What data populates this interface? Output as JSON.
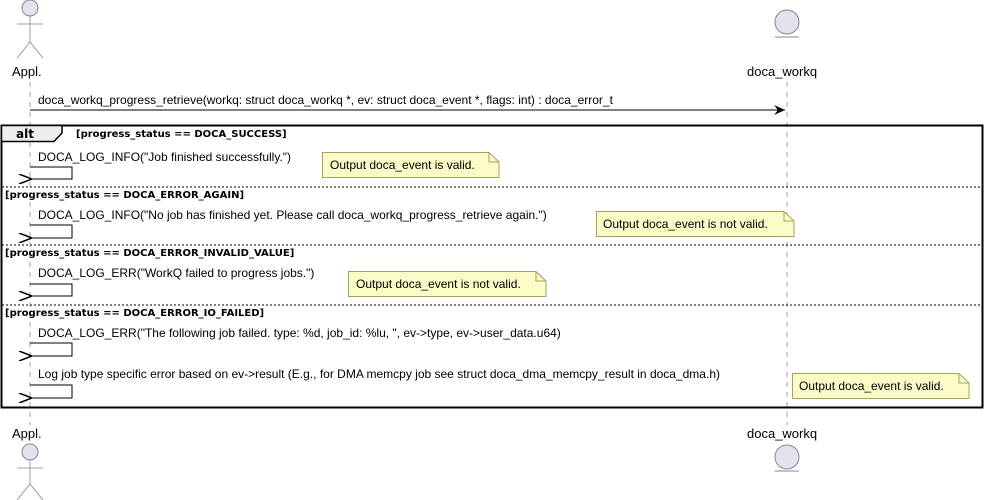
{
  "participants": {
    "actor": {
      "name": "Appl."
    },
    "entity": {
      "name": "doca_workq"
    }
  },
  "call": "doca_workq_progress_retrieve(workq: struct doca_workq *, ev: struct doca_event *, flags: int) : doca_error_t",
  "alt": {
    "label": "alt",
    "branches": [
      {
        "guard": "[progress_status == DOCA_SUCCESS]",
        "messages": [
          "DOCA_LOG_INFO(\"Job finished successfully.\")"
        ],
        "note": "Output doca_event is valid."
      },
      {
        "guard": "[progress_status == DOCA_ERROR_AGAIN]",
        "messages": [
          "DOCA_LOG_INFO(\"No job has finished yet. Please call doca_workq_progress_retrieve again.\")"
        ],
        "note": "Output doca_event is not valid."
      },
      {
        "guard": "[progress_status == DOCA_ERROR_INVALID_VALUE]",
        "messages": [
          "DOCA_LOG_ERR(\"WorkQ failed to progress jobs.\")"
        ],
        "note": "Output doca_event is not valid."
      },
      {
        "guard": "[progress_status == DOCA_ERROR_IO_FAILED]",
        "messages": [
          "DOCA_LOG_ERR(\"The following job failed. type: %d, job_id: %lu, \", ev->type, ev->user_data.u64)",
          "Log job type specific error based on ev->result (E.g., for DMA memcpy job see struct doca_dma_memcpy_result in doca_dma.h)"
        ],
        "note": "Output doca_event is valid."
      }
    ]
  },
  "colors": {
    "participant_fill": "#e2e2f0",
    "note_fill": "#fbfbc8",
    "lifeline": "#a0a0a0"
  }
}
